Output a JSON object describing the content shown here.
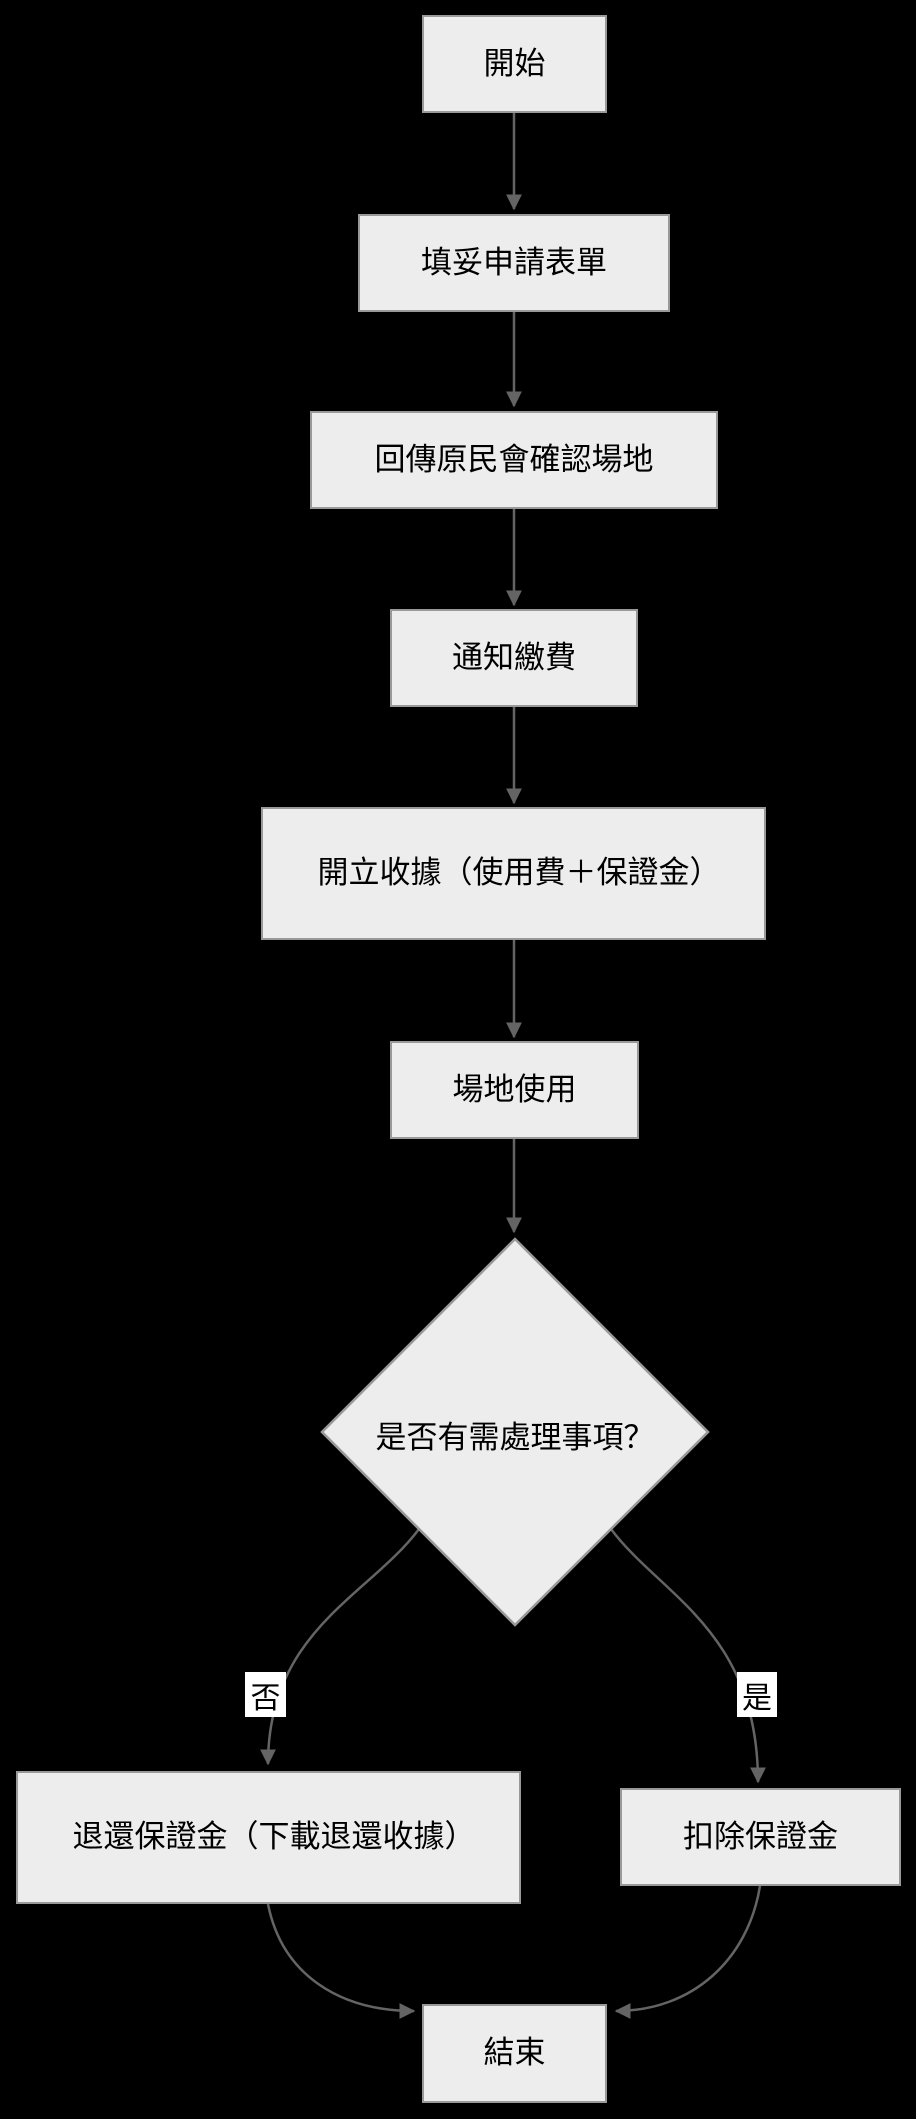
{
  "diagram": {
    "type": "flowchart",
    "background_color": "#000000",
    "node_fill_color": "#ededed",
    "node_border_color": "#999999",
    "connector_color": "#646464",
    "text_color": "#000000",
    "edge_label_background": "#ffffff",
    "nodes": {
      "start": {
        "label": "開始",
        "shape": "rect"
      },
      "fill_form": {
        "label": "填妥申請表單",
        "shape": "rect"
      },
      "return_confirm": {
        "label": "回傳原民會確認場地",
        "shape": "rect"
      },
      "notify_payment": {
        "label": "通知繳費",
        "shape": "rect"
      },
      "issue_receipt": {
        "label": "開立收據（使用費＋保證金）",
        "shape": "rect"
      },
      "venue_use": {
        "label": "場地使用",
        "shape": "rect"
      },
      "decision": {
        "label": "是否有需處理事項？",
        "shape": "diamond"
      },
      "refund_deposit": {
        "label": "退還保證金（下載退還收據）",
        "shape": "rect"
      },
      "deduct_deposit": {
        "label": "扣除保證金",
        "shape": "rect"
      },
      "end": {
        "label": "結束",
        "shape": "rect"
      }
    },
    "edge_labels": {
      "no": "否",
      "yes": "是"
    },
    "edges": [
      {
        "from": "start",
        "to": "fill_form"
      },
      {
        "from": "fill_form",
        "to": "return_confirm"
      },
      {
        "from": "return_confirm",
        "to": "notify_payment"
      },
      {
        "from": "notify_payment",
        "to": "issue_receipt"
      },
      {
        "from": "issue_receipt",
        "to": "venue_use"
      },
      {
        "from": "venue_use",
        "to": "decision"
      },
      {
        "from": "decision",
        "to": "refund_deposit",
        "label": "否"
      },
      {
        "from": "decision",
        "to": "deduct_deposit",
        "label": "是"
      },
      {
        "from": "refund_deposit",
        "to": "end"
      },
      {
        "from": "deduct_deposit",
        "to": "end"
      }
    ]
  }
}
